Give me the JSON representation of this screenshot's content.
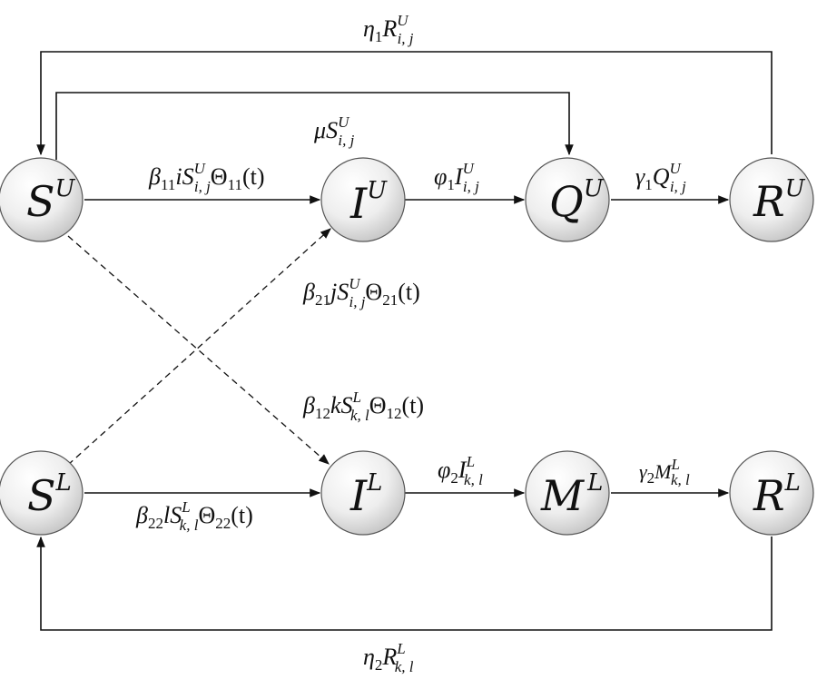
{
  "diagram": {
    "nodes": {
      "s_u": {
        "base": "S",
        "sup": "U"
      },
      "i_u": {
        "base": "I",
        "sup": "U"
      },
      "q_u": {
        "base": "Q",
        "sup": "U"
      },
      "r_u": {
        "base": "R",
        "sup": "U"
      },
      "s_l": {
        "base": "S",
        "sup": "L"
      },
      "i_l": {
        "base": "I",
        "sup": "L"
      },
      "m_l": {
        "base": "M",
        "sup": "L"
      },
      "r_l": {
        "base": "R",
        "sup": "L"
      }
    },
    "edges": {
      "eta1": {
        "sym": "η",
        "sym_sub": "1",
        "var": "R",
        "sup": "U",
        "sub": "i, j"
      },
      "mu": {
        "sym": "μ",
        "var": "S",
        "sup": "U",
        "sub": "i, j"
      },
      "beta11": {
        "sym": "β",
        "sym_sub": "11",
        "coef": "i",
        "var": "S",
        "sup": "U",
        "sub": "i, j",
        "theta": "Θ",
        "theta_sub": "11",
        "arg": "(t)"
      },
      "phi1": {
        "sym": "φ",
        "sym_sub": "1",
        "var": "I",
        "sup": "U",
        "sub": "i, j"
      },
      "gamma1": {
        "sym": "γ",
        "sym_sub": "1",
        "var": "Q",
        "sup": "U",
        "sub": "i, j"
      },
      "beta21": {
        "sym": "β",
        "sym_sub": "21",
        "coef": "j",
        "var": "S",
        "sup": "U",
        "sub": "i, j",
        "theta": "Θ",
        "theta_sub": "21",
        "arg": "(t)"
      },
      "beta12": {
        "sym": "β",
        "sym_sub": "12",
        "coef": "k",
        "var": "S",
        "sup": "L",
        "sub": "k, l",
        "theta": "Θ",
        "theta_sub": "12",
        "arg": "(t)"
      },
      "phi2": {
        "sym": "φ",
        "sym_sub": "2",
        "var": "I",
        "sup": "L",
        "sub": "k, l"
      },
      "gamma2": {
        "sym": "γ",
        "sym_sub": "2",
        "var": "M",
        "sup": "L",
        "sub": "k, l"
      },
      "beta22": {
        "sym": "β",
        "sym_sub": "22",
        "coef": "l",
        "var": "S",
        "sup": "L",
        "sub": "k, l",
        "theta": "Θ",
        "theta_sub": "22",
        "arg": "(t)"
      },
      "eta2": {
        "sym": "η",
        "sym_sub": "2",
        "var": "R",
        "sup": "L",
        "sub": "k, l"
      }
    }
  }
}
